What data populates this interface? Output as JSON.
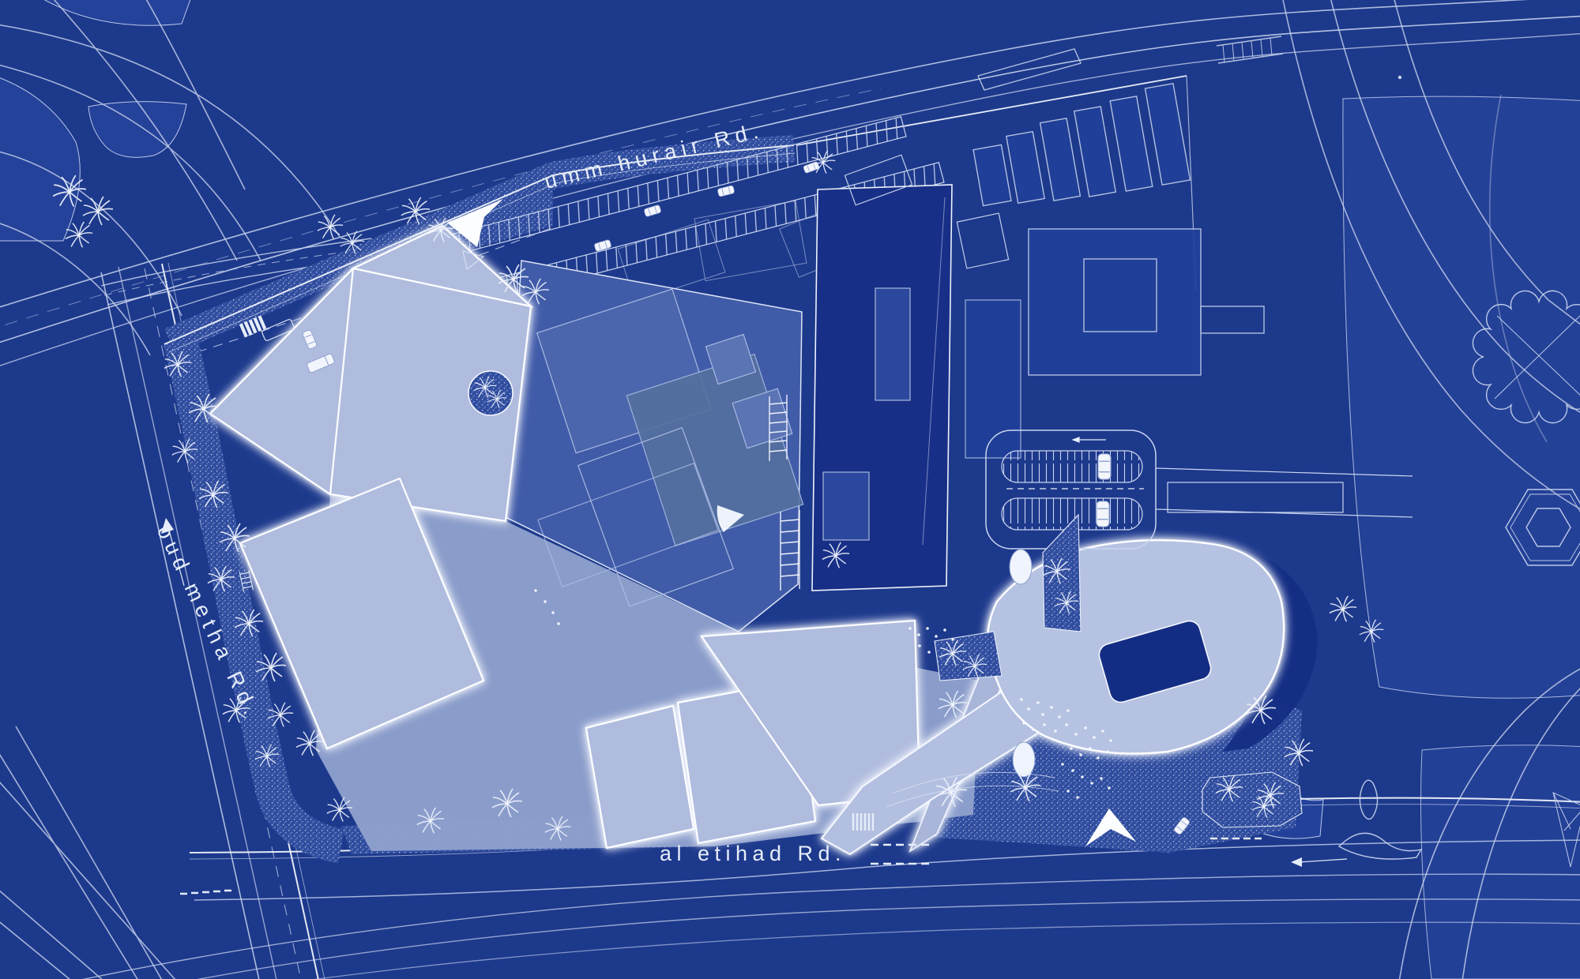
{
  "road_labels": {
    "top": "umm hurair Rd.",
    "left": "oud metha Rd.",
    "bottom": "al etihad Rd."
  },
  "icons": {
    "entrance_arrow_top": "white dart arrow pointing southwest",
    "entrance_arrow_bottom": "white dart arrow pointing north",
    "palm_tree": "palm frond starburst glyph",
    "car": "small vehicle outline",
    "stairs": "ladder rung glyph"
  },
  "colors": {
    "background": "#1d398c",
    "road_line": "#c7d3ec",
    "traffic_island": "#25429a",
    "landscape_stipple_base": "#304d9f",
    "building_light": "#b0bcde",
    "building_mid": "#405ba8",
    "building_mid_inner": "#5069ae",
    "building_dark": "#182f87",
    "plaza": "#90a1cd",
    "outline_white": "#f4f7fd",
    "courtyard_dark": "#142d84"
  }
}
